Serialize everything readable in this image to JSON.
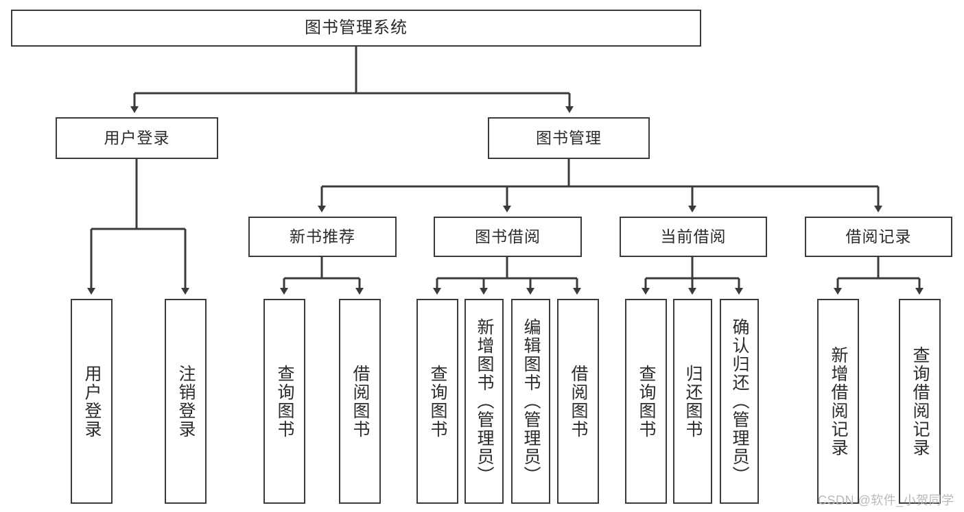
{
  "diagram": {
    "title": "图书管理系统",
    "type": "tree-hierarchy-diagram",
    "colors": {
      "background": "#ffffff",
      "box_border": "#3a3a3a",
      "box_fill": "#ffffff",
      "connector": "#3a3a3a",
      "text": "#2b2b2b",
      "watermark": "#b9b9b9"
    },
    "root": {
      "label": "图书管理系统"
    },
    "level2": [
      {
        "label": "用户登录"
      },
      {
        "label": "图书管理"
      }
    ],
    "level3": [
      {
        "label": "新书推荐"
      },
      {
        "label": "图书借阅"
      },
      {
        "label": "当前借阅"
      },
      {
        "label": "借阅记录"
      }
    ],
    "leaves": {
      "user_login": [
        {
          "label": "用户登录"
        },
        {
          "label": "注销登录"
        }
      ],
      "new_book_recommend": [
        {
          "label": "查询图书"
        },
        {
          "label": "借阅图书"
        }
      ],
      "book_borrow": [
        {
          "label": "查询图书"
        },
        {
          "label": "新增图书（管理员）"
        },
        {
          "label": "编辑图书（管理员）"
        },
        {
          "label": "借阅图书"
        }
      ],
      "current_borrow": [
        {
          "label": "查询图书"
        },
        {
          "label": "归还图书"
        },
        {
          "label": "确认归还（管理员）"
        }
      ],
      "borrow_record": [
        {
          "label": "新增借阅记录"
        },
        {
          "label": "查询借阅记录"
        }
      ]
    }
  },
  "watermark": {
    "text": "CSDN @软件_小贺同学"
  }
}
